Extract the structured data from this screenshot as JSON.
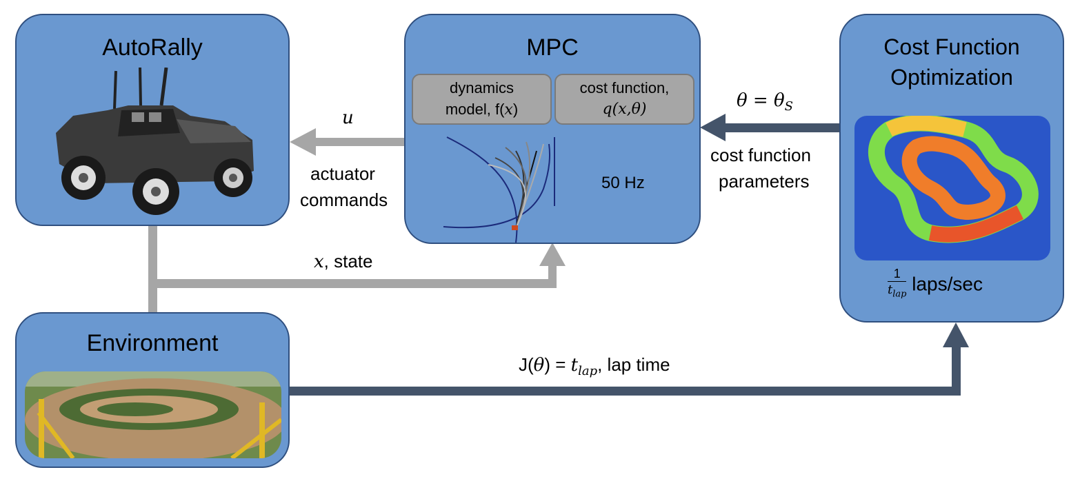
{
  "colors": {
    "box_fill": "#6a98d0",
    "box_border": "#2f4f7f",
    "gray_arrow": "#a6a6a6",
    "dark_arrow": "#44546a"
  },
  "autorally": {
    "title": "AutoRally",
    "image": "autorally-truck-photo"
  },
  "mpc": {
    "title": "MPC",
    "dynamics_line1": "dynamics",
    "dynamics_line2": "model, f(",
    "dynamics_var": "x",
    "dynamics_close": ")",
    "cost_line1": "cost function,",
    "cost_expr": "q(x,θ)",
    "rate": "50 Hz"
  },
  "cost_opt": {
    "title_line1": "Cost Function",
    "title_line2": "Optimization",
    "frac_num": "1",
    "frac_den": "t",
    "frac_den_sub": "lap",
    "units": "laps/sec"
  },
  "environment": {
    "title": "Environment",
    "image": "race-track-photo"
  },
  "edges": {
    "u_symbol": "u",
    "actuator_line1": "actuator",
    "actuator_line2": "commands",
    "state_var": "x",
    "state_text": ", state",
    "theta_lhs": "θ = θ",
    "theta_sub": "S",
    "param_line1": "cost function",
    "param_line2": "parameters",
    "j_lhs": "J(",
    "j_var": "θ",
    "j_mid": ") = ",
    "j_t": "t",
    "j_t_sub": "lap",
    "j_text": ", lap time"
  }
}
